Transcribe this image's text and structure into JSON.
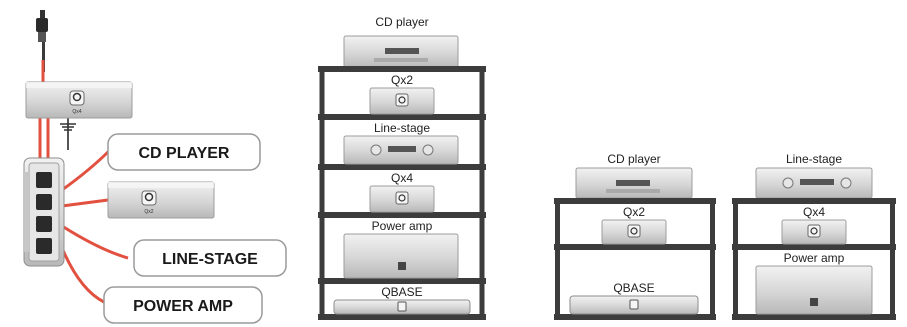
{
  "left_diagram": {
    "device_labels": {
      "cd_player": "CD PLAYER",
      "line_stage": "LINE-STAGE",
      "power_amp": "POWER AMP"
    },
    "unit_marks": {
      "qx4": "Qx4",
      "qx2": "Qx2"
    },
    "cable_color": "#e2503f"
  },
  "rack_tall": {
    "labels": {
      "cd_player": "CD player",
      "qx2": "Qx2",
      "line_stage": "Line-stage",
      "qx4": "Qx4",
      "power_amp": "Power amp",
      "qbase": "QBASE"
    }
  },
  "rack_small_left": {
    "labels": {
      "cd_player": "CD player",
      "qx2": "Qx2",
      "qbase": "QBASE"
    }
  },
  "rack_small_right": {
    "labels": {
      "line_stage": "Line-stage",
      "qx4": "Qx4",
      "power_amp": "Power amp"
    }
  },
  "colors": {
    "rack_frame": "#3c3c3c",
    "device_silver": "#d8d8d8",
    "label_border": "#9a9a9a"
  }
}
